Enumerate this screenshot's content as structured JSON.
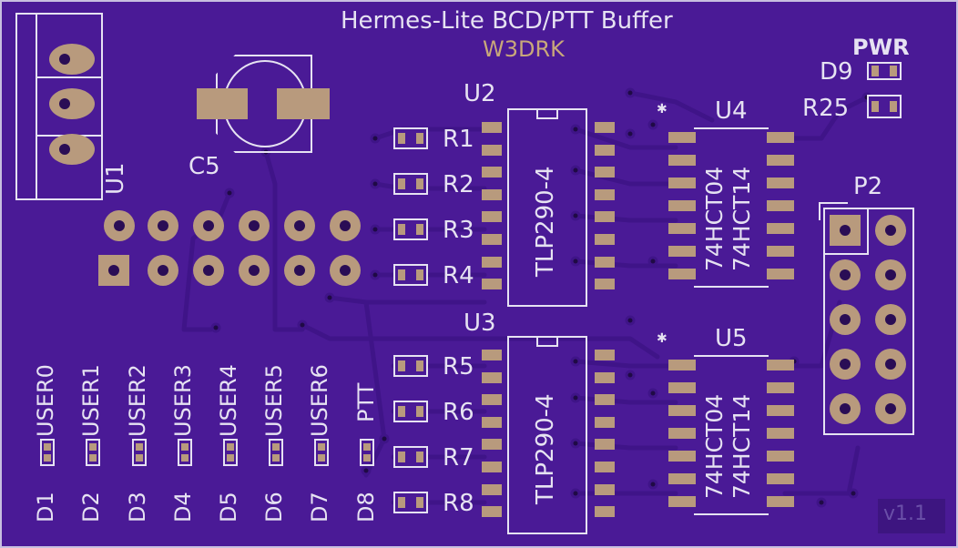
{
  "board": {
    "title": "Hermes-Lite BCD/PTT Buffer",
    "author": "W3DRK",
    "version": "v1.1",
    "colors": {
      "substrate": "#4a1a96",
      "silkscreen": "#e6e2f2",
      "copper_pad": "#b89a7d",
      "author_text": "#c9a87a",
      "trace": "#3d1580"
    }
  },
  "labels": {
    "u1": "U1",
    "c5": "C5",
    "u2": "U2",
    "u3": "U3",
    "u4": "U4",
    "u5": "U5",
    "p2": "P2",
    "pwr": "PWR",
    "d9": "D9",
    "r25": "R25"
  },
  "optos": [
    {
      "part": "TLP290-4"
    },
    {
      "part": "TLP290-4"
    }
  ],
  "buffers": [
    {
      "line1": "74HCT04",
      "line2": "74HCT14"
    },
    {
      "line1": "74HCT04",
      "line2": "74HCT14"
    }
  ],
  "resistors": [
    "R1",
    "R2",
    "R3",
    "R4",
    "R5",
    "R6",
    "R7",
    "R8"
  ],
  "leds": [
    {
      "signal": "USER0",
      "ref": "D1"
    },
    {
      "signal": "USER1",
      "ref": "D2"
    },
    {
      "signal": "USER2",
      "ref": "D3"
    },
    {
      "signal": "USER3",
      "ref": "D4"
    },
    {
      "signal": "USER4",
      "ref": "D5"
    },
    {
      "signal": "USER5",
      "ref": "D6"
    },
    {
      "signal": "USER6",
      "ref": "D7"
    },
    {
      "signal": "PTT",
      "ref": "D8"
    }
  ]
}
